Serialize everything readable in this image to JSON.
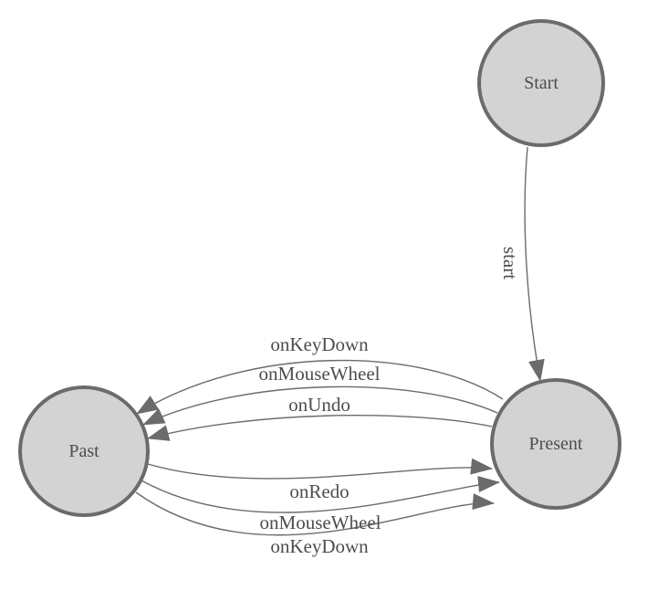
{
  "diagram": {
    "type": "state-machine",
    "colors": {
      "background": "#ffffff",
      "node_fill": "#d3d3d3",
      "node_stroke": "#6b6b6b",
      "edge_stroke": "#6b6b6b",
      "arrow_fill": "#6b6b6b",
      "label_text": "#4d4d4d"
    },
    "nodes": [
      {
        "id": "start",
        "label": "Start"
      },
      {
        "id": "past",
        "label": "Past"
      },
      {
        "id": "present",
        "label": "Present"
      }
    ],
    "edges": [
      {
        "from": "start",
        "to": "present",
        "label": "start"
      },
      {
        "from": "present",
        "to": "past",
        "label": "onKeyDown"
      },
      {
        "from": "present",
        "to": "past",
        "label": "onMouseWheel"
      },
      {
        "from": "present",
        "to": "past",
        "label": "onUndo"
      },
      {
        "from": "past",
        "to": "present",
        "label": "onRedo"
      },
      {
        "from": "past",
        "to": "present",
        "label": "onMouseWheel"
      },
      {
        "from": "past",
        "to": "present",
        "label": "onKeyDown"
      }
    ]
  }
}
